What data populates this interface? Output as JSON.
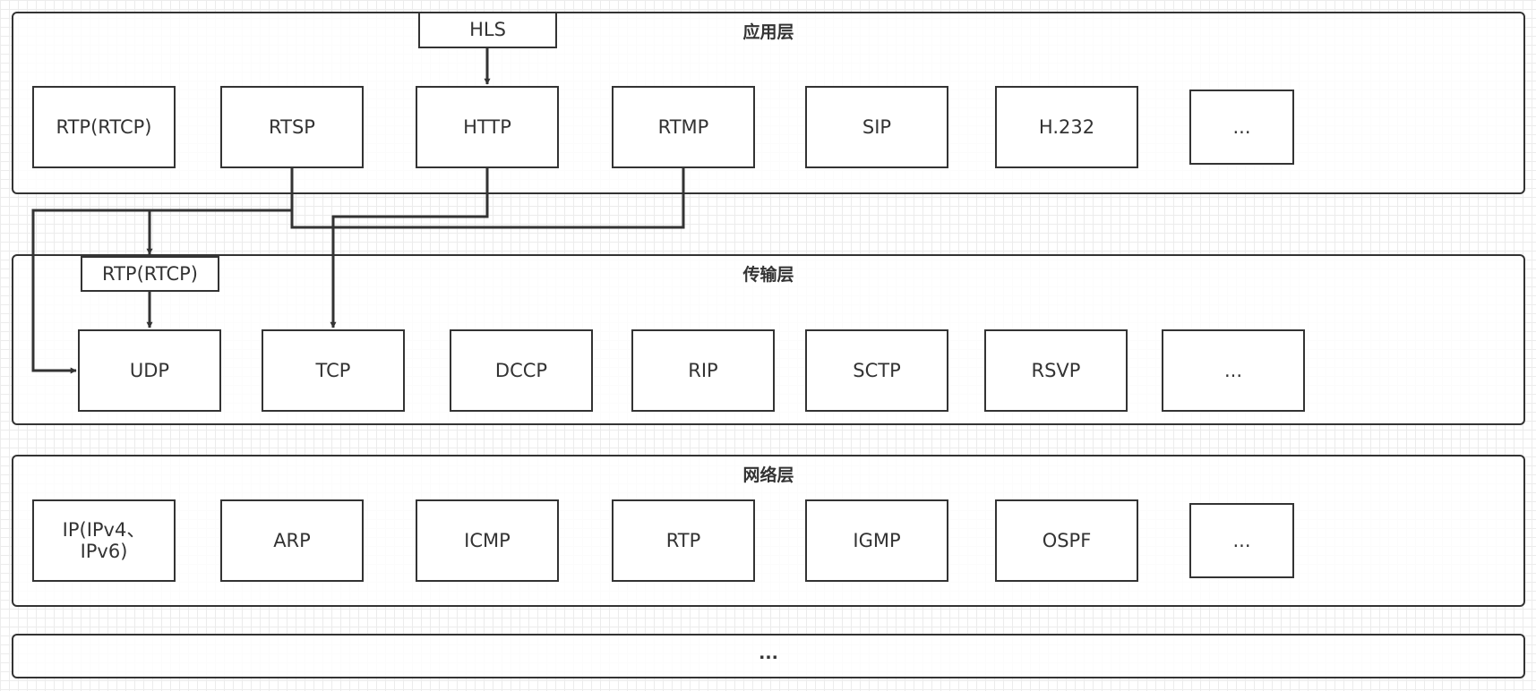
{
  "layers": {
    "application": {
      "title": "应用层",
      "boxes": [
        "RTP(RTCP)",
        "RTSP",
        "HTTP",
        "RTMP",
        "SIP",
        "H.232",
        "..."
      ],
      "top_box": "HLS"
    },
    "transport": {
      "title": "传输层",
      "boxes": [
        "UDP",
        "TCP",
        "DCCP",
        "RIP",
        "SCTP",
        "RSVP",
        "..."
      ],
      "top_box": "RTP(RTCP)"
    },
    "network": {
      "title": "网络层",
      "boxes": [
        "IP(IPv4、\nIPv6)",
        "ARP",
        "ICMP",
        "RTP",
        "IGMP",
        "OSPF",
        "..."
      ]
    },
    "bottom": {
      "title": "..."
    }
  },
  "colors": {
    "line": "#333333",
    "grid": "#ececec"
  }
}
